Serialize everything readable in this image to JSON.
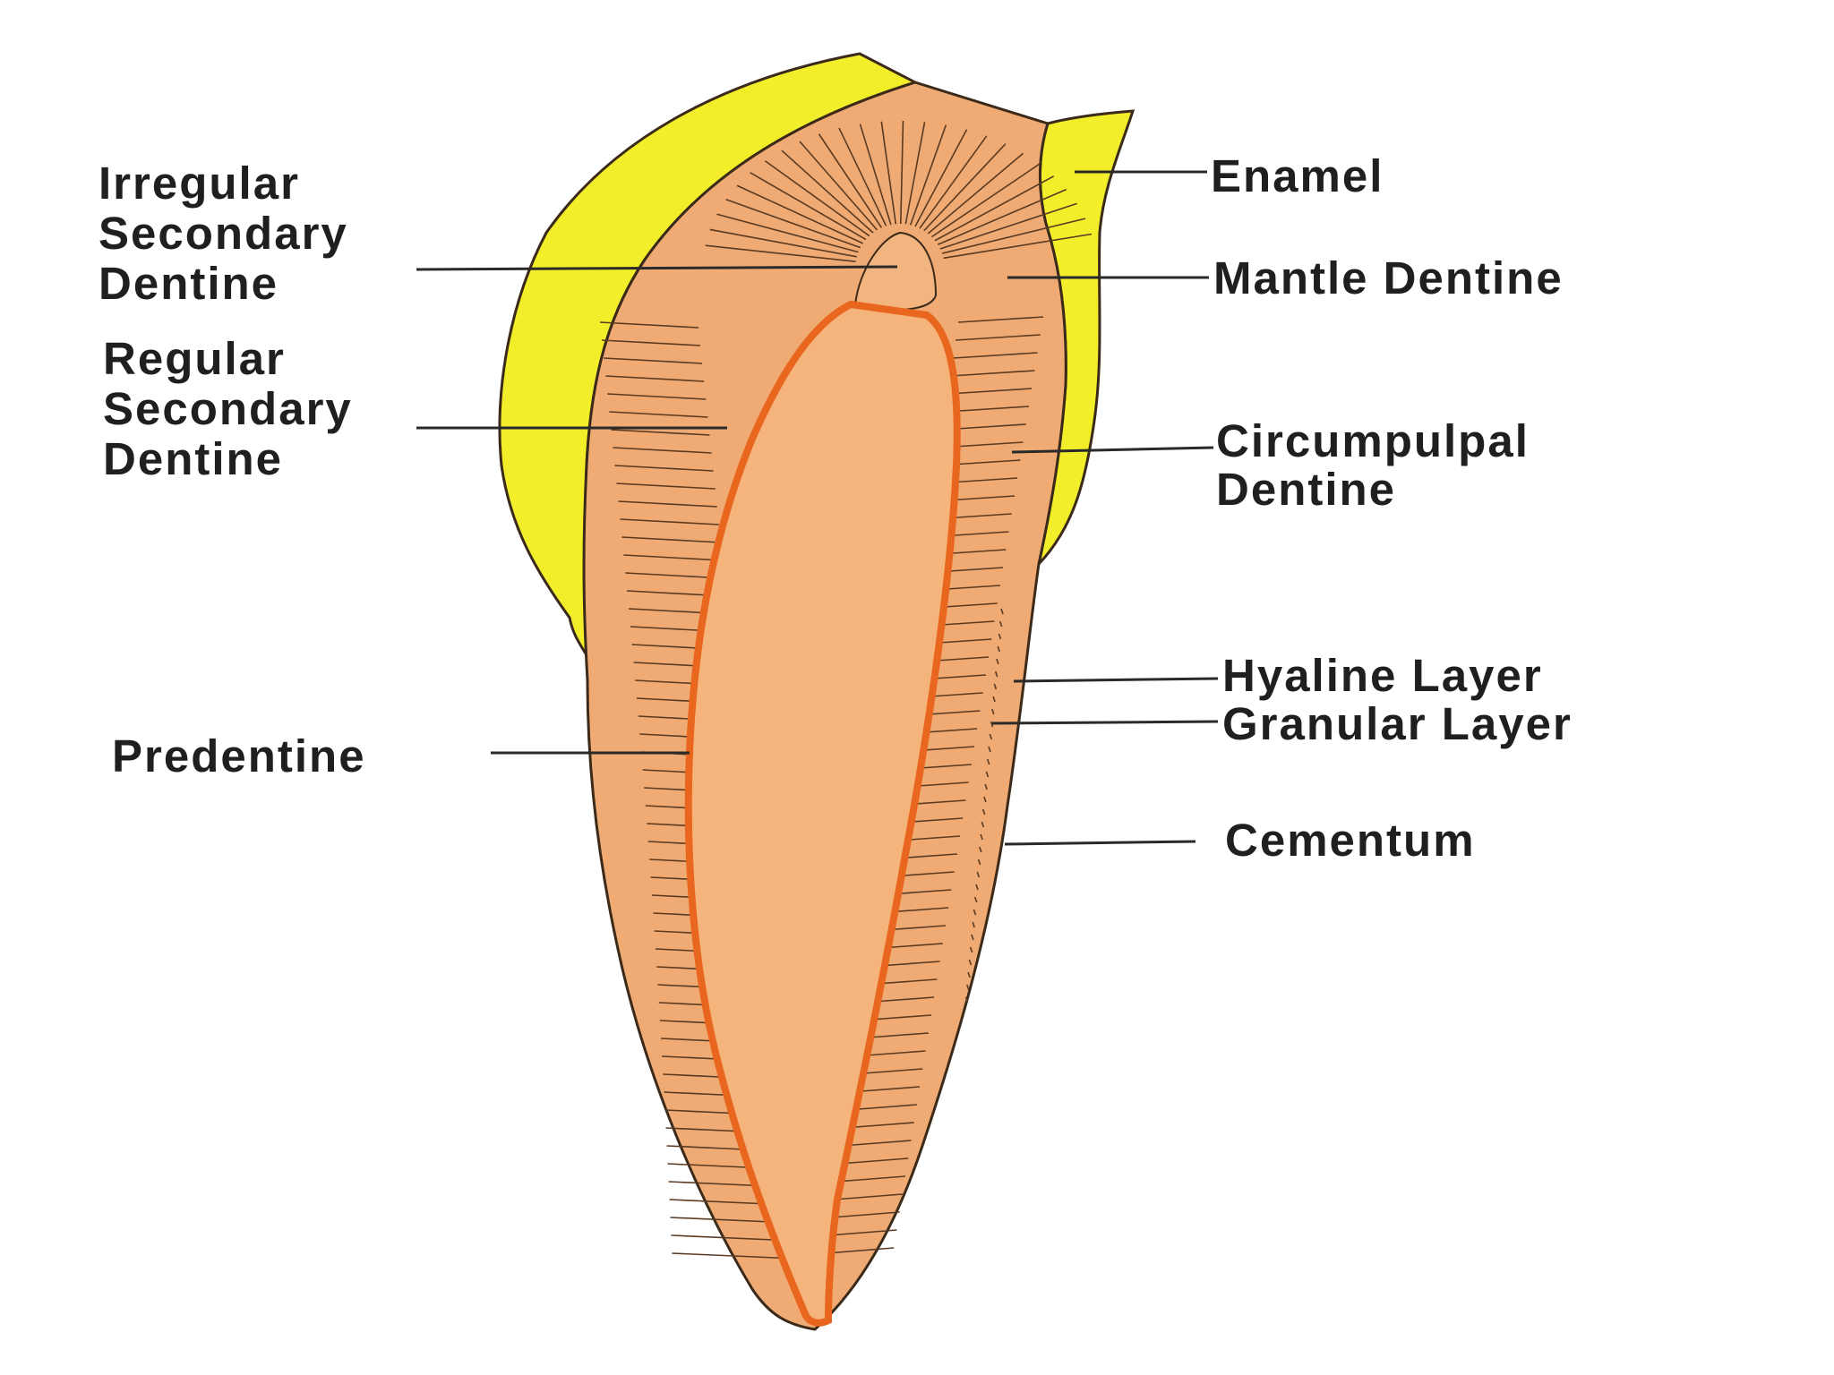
{
  "diagram": {
    "colors": {
      "enamel": "#f2ee2a",
      "dentine": "#efab73",
      "pulp": "#f5b47c",
      "predentine_line": "#e8661e",
      "outline": "#3b2a1a",
      "text": "#1f1f1f"
    },
    "labels_left": {
      "irregular_secondary": [
        "Irregular",
        "Secondary",
        "Dentine"
      ],
      "regular_secondary": [
        "Regular",
        "Secondary",
        "Dentine"
      ],
      "predentine": "Predentine"
    },
    "labels_right": {
      "enamel": "Enamel",
      "mantle": "Mantle Dentine",
      "circumpulpal": [
        "Circumpulpal",
        "Dentine"
      ],
      "hyaline": "Hyaline Layer",
      "granular": "Granular Layer",
      "cementum": "Cementum"
    }
  }
}
